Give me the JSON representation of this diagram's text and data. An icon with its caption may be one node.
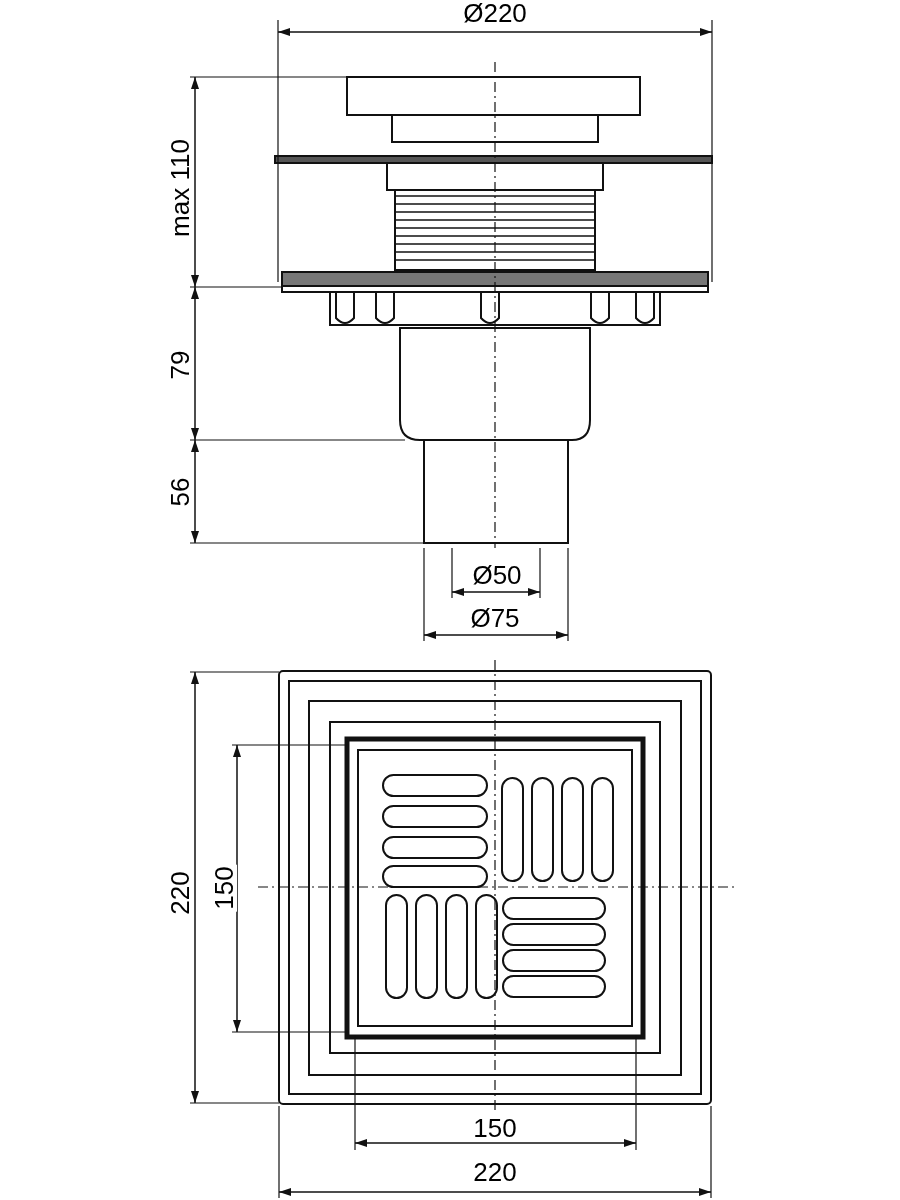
{
  "diagram": {
    "labels": [
      "Ø220",
      "max 110",
      "79",
      "56",
      "Ø50",
      "Ø75",
      "220",
      "150",
      "150",
      "220"
    ]
  }
}
